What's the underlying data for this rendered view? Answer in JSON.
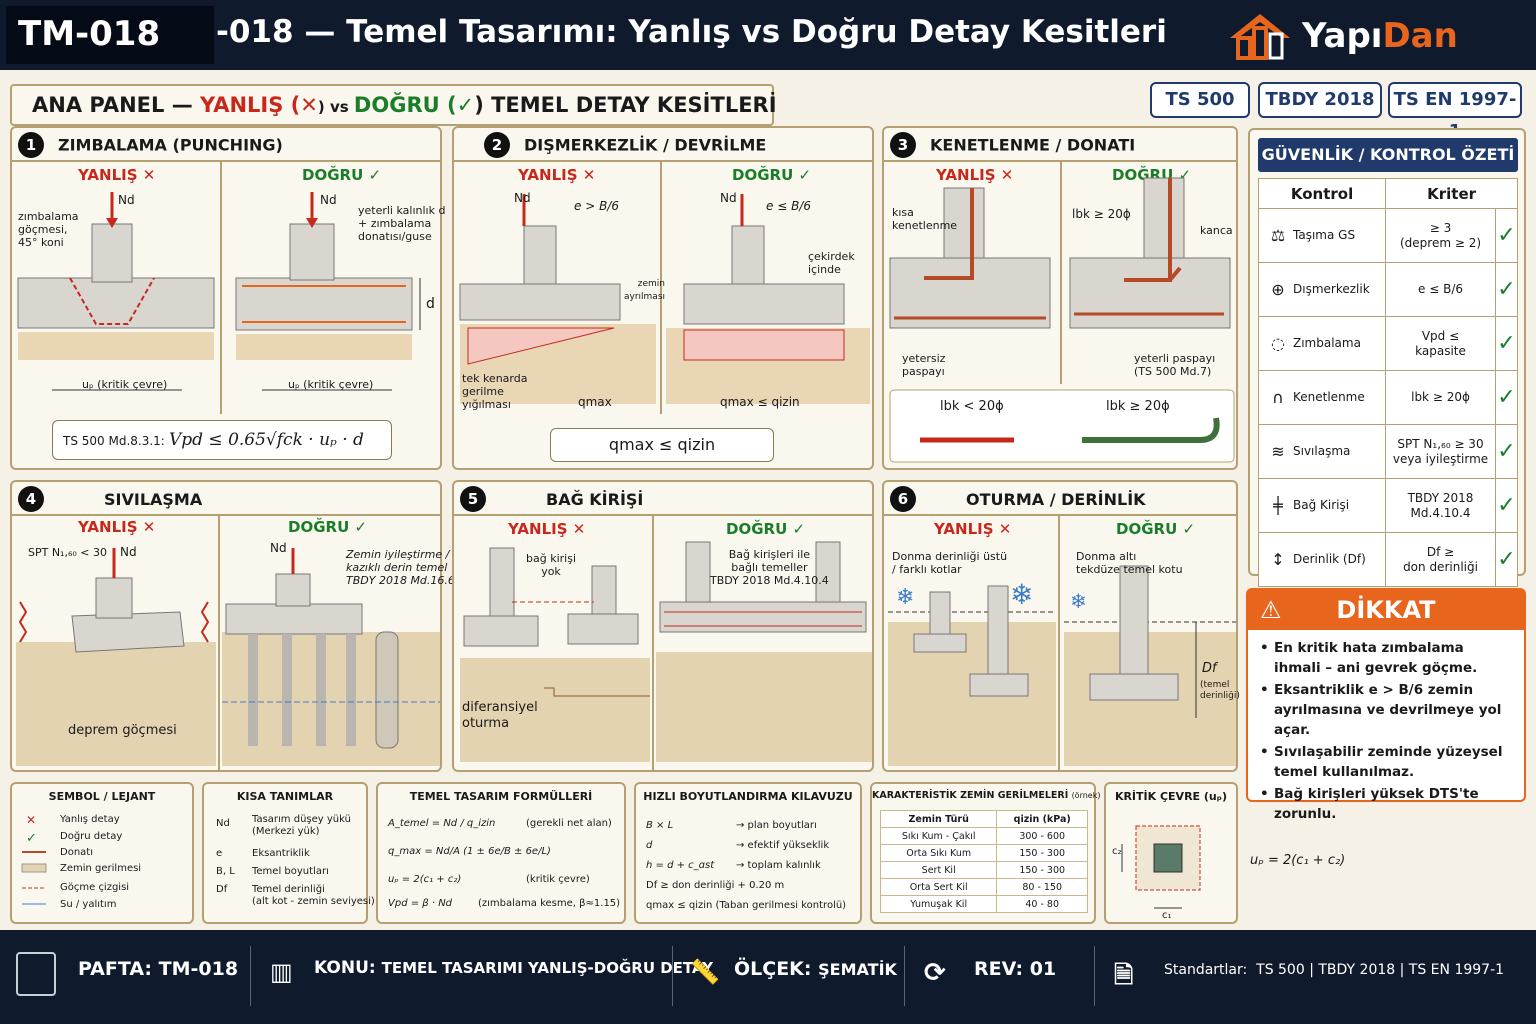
{
  "header": {
    "code": "TM-018",
    "title": "-018 — Temel Tasarımı: Yanlış vs Doğru Detay Kesitleri",
    "brand_a": "Yapı",
    "brand_b": "Dan"
  },
  "main_panel": {
    "prefix": "ANA PANEL — ",
    "wrong": "YANLIŞ (",
    "wrong_mark": "✕",
    "mid": ") vs ",
    "right": "DOĞRU (",
    "right_mark": "✓",
    "suffix": ") TEMEL DETAY KESİTLERİ"
  },
  "standards": [
    "TS 500",
    "TBDY 2018",
    "TS EN 1997-1"
  ],
  "labels": {
    "wrong": "YANLIŞ",
    "right": "DOĞRU",
    "x": "✕",
    "check": "✓"
  },
  "p1": {
    "num": "1",
    "title": "ZIMBALAMA (PUNCHING)",
    "nd": "Nd",
    "wrong_note": "zımbalama\ngöçmesi,\n45° koni",
    "right_note": "yeterli kalınlık d\n+ zımbalama\ndonatısı/guse",
    "d": "d",
    "up1": "uₚ (kritik çevre)",
    "up2": "uₚ (kritik çevre)",
    "ref": "TS 500 Md.8.3.1:",
    "formula": "Vpd ≤ 0.65√fck · uₚ · d"
  },
  "p2": {
    "num": "2",
    "title": "DIŞMERKEZLİK / DEVRİLME",
    "nd": "Nd",
    "e1": "e > B/6",
    "e2": "e ≤ B/6",
    "zemin": "zemin\nayrılması",
    "kern": "çekirdek\niçinde",
    "stress": "tek kenarda\ngerilme\nyığılması",
    "qmax": "qmax",
    "qmax2": "qmax ≤ qizin",
    "formula": "qmax ≤ qizin"
  },
  "p3": {
    "num": "3",
    "title": "KENETLENME / DONATI",
    "kisa": "kısa\nkenetlenme",
    "lbk": "lbk ≥ 20ϕ",
    "kanca": "kanca",
    "yetersiz": "yetersiz\npaspayı",
    "yeterli": "yeterli paspayı\n(TS 500 Md.7)",
    "bar1": "lbk < 20ϕ",
    "bar2": "lbk ≥ 20ϕ"
  },
  "p4": {
    "num": "4",
    "title": "SIVILAŞMA",
    "spt": "SPT N₁,₆₀ < 30",
    "nd": "Nd",
    "note": "Zemin iyileştirme /\nkazıklı derin temel\nTBDY 2018 Md.16.6",
    "deprem": "deprem göçmesi"
  },
  "p5": {
    "num": "5",
    "title": "BAĞ KİRİŞİ",
    "yok": "bağ kirişi\nyok",
    "note": "Bağ kirişleri ile\nbağlı temeller\nTBDY 2018 Md.4.10.4",
    "dif": "diferansiyel\noturma"
  },
  "p6": {
    "num": "6",
    "title": "OTURMA / DERİNLİK",
    "wrong_note": "Donma derinliği üstü\n/ farklı kotlar",
    "right_note": "Donma altı\ntekdüze temel kotu",
    "df": "Df",
    "df_note": "(temel\nderinliği)"
  },
  "summary": {
    "title": "GÜVENLİK / KONTROL ÖZETİ",
    "col1": "Kontrol",
    "col2": "Kriter",
    "rows": [
      {
        "icon": "⚖",
        "name": "Taşıma GS",
        "crit": "≥ 3\n(deprem ≥ 2)"
      },
      {
        "icon": "⊕",
        "name": "Dışmerkezlik",
        "crit": "e ≤ B/6"
      },
      {
        "icon": "◌",
        "name": "Zımbalama",
        "crit": "Vpd ≤\nkapasite"
      },
      {
        "icon": "∩",
        "name": "Kenetlenme",
        "crit": "lbk ≥ 20ϕ"
      },
      {
        "icon": "≋",
        "name": "Sıvılaşma",
        "crit": "SPT N₁,₆₀ ≥ 30\nveya iyileştirme"
      },
      {
        "icon": "╪",
        "name": "Bağ Kirişi",
        "crit": "TBDY 2018\nMd.4.10.4"
      },
      {
        "icon": "↕",
        "name": "Derinlik (Df)",
        "crit": "Df ≥\ndon derinliği"
      }
    ]
  },
  "warning": {
    "title": "DİKKAT",
    "items": [
      "En kritik hata zımbalama ihmali – ani gevrek göçme.",
      "Eksantriklik e > B/6 zemin ayrılmasına ve devrilmeye yol açar.",
      "Sıvılaşabilir zeminde yüzeysel temel kullanılmaz.",
      "Bağ kirişleri yüksek DTS'te zorunlu."
    ]
  },
  "legend": {
    "title": "SEMBOL / LEJANT",
    "items": [
      "Yanlış detay",
      "Doğru detay",
      "Donatı",
      "Zemin gerilmesi",
      "Göçme çizgisi",
      "Su / yalıtım"
    ]
  },
  "defs": {
    "title": "KISA TANIMLAR",
    "items": [
      [
        "Nd",
        "Tasarım düşey yükü\n(Merkezi yük)"
      ],
      [
        "e",
        "Eksantriklik"
      ],
      [
        "B, L",
        "Temel boyutları"
      ],
      [
        "Df",
        "Temel derinliği\n(alt kot - zemin seviyesi)"
      ]
    ]
  },
  "formulas": {
    "title": "TEMEL TASARIM FORMÜLLERİ",
    "items": [
      [
        "A_temel = Nd / q_izin",
        "(gerekli net alan)"
      ],
      [
        "q_max = Nd/A (1 ± 6e/B ± 6e/L)",
        ""
      ],
      [
        "uₚ = 2(c₁ + c₂)",
        "(kritik çevre)"
      ],
      [
        "Vpd = β · Nd",
        "(zımbalama kesme, β≈1.15)"
      ]
    ]
  },
  "sizing": {
    "title": "HIZLI BOYUTLANDIRMA KILAVUZU",
    "items": [
      [
        "B × L",
        "→ plan boyutları"
      ],
      [
        "d",
        "→ efektif yükseklik"
      ],
      [
        "h = d + c_ɑst",
        "→ toplam kalınlık"
      ],
      [
        "Df ≥ don derinliği + 0.20 m",
        ""
      ],
      [
        "qmax ≤ qizin (Taban gerilmesi kontrolü)",
        ""
      ]
    ]
  },
  "soil": {
    "title": "KARAKTERİSTİK ZEMİN GERİLMELERİ",
    "sub": "(örnek)",
    "col1": "Zemin Türü",
    "col2": "qizin (kPa)",
    "rows": [
      [
        "Sıkı Kum - Çakıl",
        "300 - 600"
      ],
      [
        "Orta Sıkı Kum",
        "150 - 300"
      ],
      [
        "Sert Kil",
        "150 - 300"
      ],
      [
        "Orta Sert Kil",
        "80 - 150"
      ],
      [
        "Yumuşak Kil",
        "40 - 80"
      ]
    ]
  },
  "critical": {
    "title": "KRİTİK ÇEVRE (uₚ)",
    "c1": "c₁",
    "c2": "c₂",
    "formula": "uₚ = 2(c₁ + c₂)"
  },
  "footer": {
    "pafta_l": "PAFTA:",
    "pafta_v": "TM-018",
    "konu_l": "KONU:",
    "konu_v": "TEMEL TASARIMI YANLIŞ-DOĞRU DETAY",
    "olcek_l": "ÖLÇEK:",
    "olcek_v": "ŞEMATİK",
    "rev_l": "REV:",
    "rev_v": "01",
    "std_l": "Standartlar:",
    "std_v": "TS 500 | TBDY 2018 | TS EN 1997-1"
  },
  "colors": {
    "navy": "#0f1b2d",
    "accent": "#e8651e",
    "wrong": "#c8281c",
    "right": "#1a7d2a",
    "frame": "#b5a072"
  }
}
